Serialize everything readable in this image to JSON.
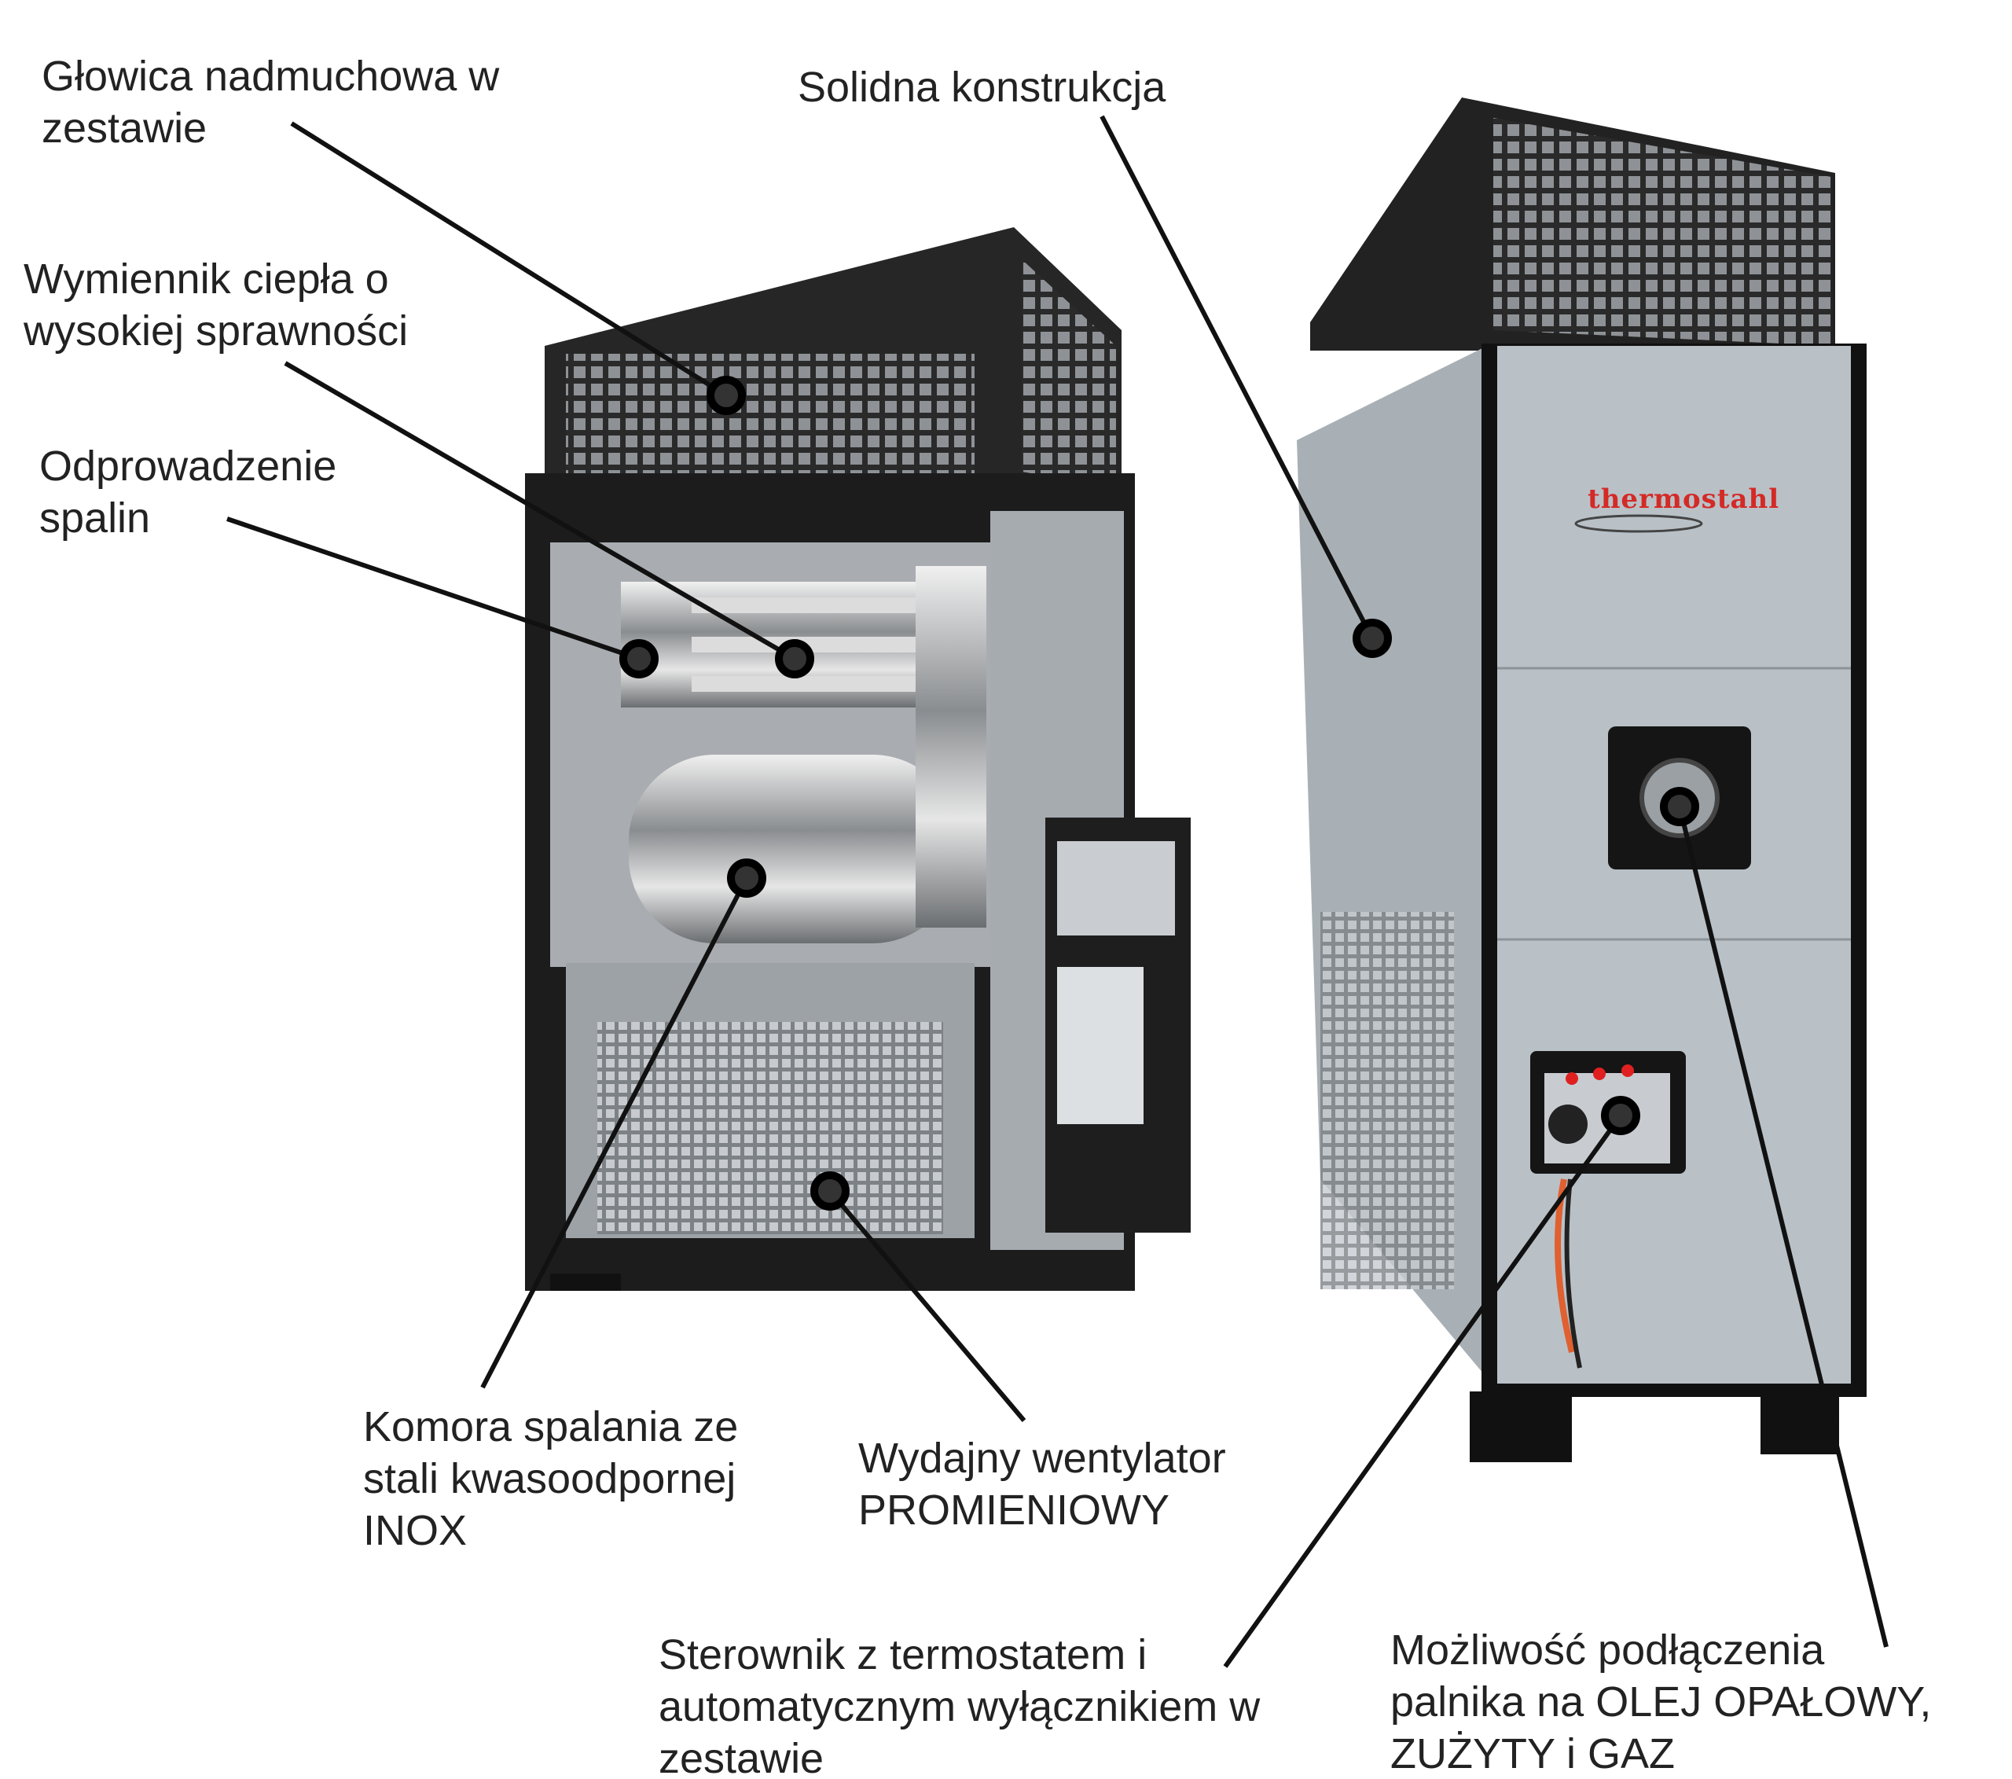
{
  "callouts": {
    "glowica": {
      "lines": [
        "Głowica nadmuchowa w",
        "zestawie"
      ]
    },
    "konstrukcja": {
      "lines": [
        "Solidna konstrukcja"
      ]
    },
    "wymiennik": {
      "lines": [
        "Wymiennik ciepła o",
        "wysokiej sprawności"
      ]
    },
    "spaliny": {
      "lines": [
        "Odprowadzenie",
        "spalin"
      ]
    },
    "komora": {
      "lines": [
        "Komora spalania ze",
        "stali kwasoodpornej",
        "INOX"
      ]
    },
    "wentylator": {
      "lines": [
        "Wydajny wentylator",
        "PROMIENIOWY"
      ]
    },
    "sterownik": {
      "lines": [
        "Sterownik z termostatem i",
        "automatycznym wyłącznikiem w",
        "zestawie"
      ]
    },
    "palnik": {
      "lines": [
        "Możliwość podłączenia",
        "palnika na OLEJ OPAŁOWY,",
        "ZUŻYTY i GAZ"
      ]
    }
  },
  "brand": {
    "logo_text": "thermostahl",
    "logo_color": "#d42a26"
  },
  "colors": {
    "panel": "#b9c1c7",
    "frame": "#1c1c1c",
    "steel": "#c9ccd0"
  }
}
